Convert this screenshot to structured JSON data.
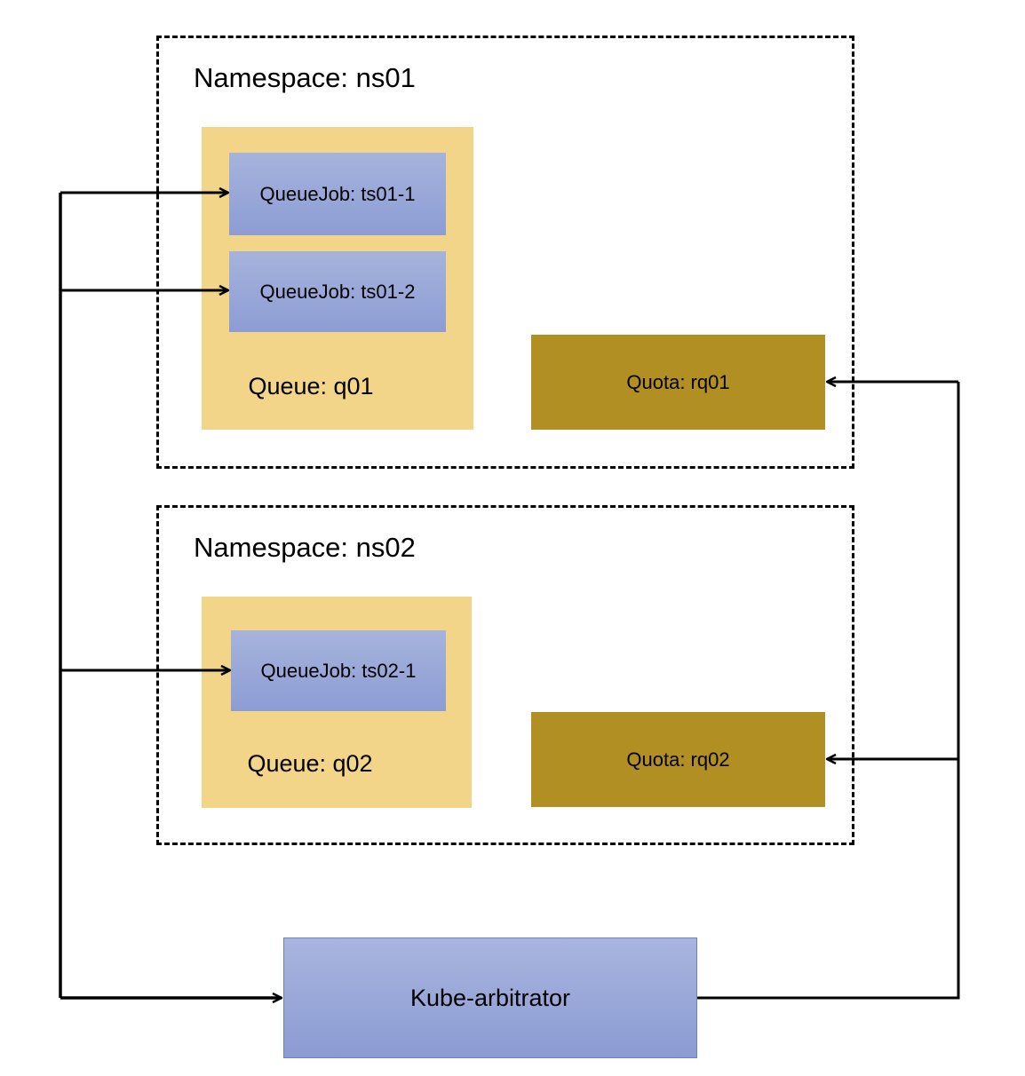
{
  "namespaces": [
    {
      "label": "Namespace: ns01",
      "queue": {
        "label": "Queue: q01",
        "jobs": [
          "QueueJob:  ts01-1",
          "QueueJob:  ts01-2"
        ]
      },
      "quota": "Quota: rq01"
    },
    {
      "label": "Namespace: ns02",
      "queue": {
        "label": "Queue: q02",
        "jobs": [
          "QueueJob:  ts02-1"
        ]
      },
      "quota": "Quota: rq02"
    }
  ],
  "arbitrator": "Kube-arbitrator",
  "colors": {
    "queue": "#f3d58a",
    "job": "#95a4d8",
    "quota": "#b18f23",
    "arbitrator": "#9aa8da",
    "line": "#000000"
  }
}
